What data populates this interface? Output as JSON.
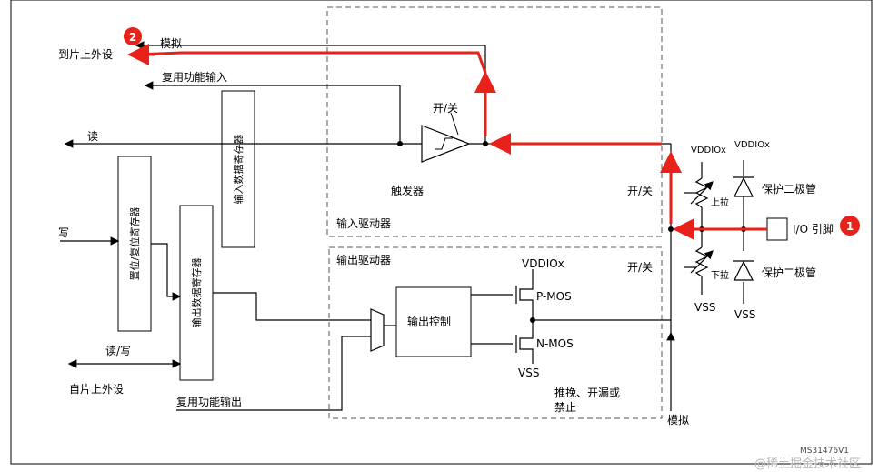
{
  "labels": {
    "to_onchip_peripheral": "到片上外设",
    "analog_top": "模拟",
    "alt_func_input": "复用功能输入",
    "read": "读",
    "input_data_register": "输入数据寄存器",
    "on_off_trigger": "开/关",
    "trigger": "触发器",
    "input_driver": "输入驱动器",
    "write": "写",
    "set_reset_register": "置位/复位寄存器",
    "output_data_register": "输出数据寄存器",
    "output_driver": "输出驱动器",
    "output_control": "输出控制",
    "pmos": "P-MOS",
    "nmos": "N-MOS",
    "vddiox_main": "VDDIOx",
    "vss_main": "VSS",
    "on_off_input": "开/关",
    "on_off_output": "开/关",
    "read_write": "读/写",
    "from_onchip_peripheral": "自片上外设",
    "alt_func_output": "复用功能输出",
    "mode_text_line1": "推挽、开漏或",
    "mode_text_line2": "禁止",
    "analog_bottom": "模拟",
    "vddiox_pullup": "VDDIOx",
    "vddiox_diode": "VDDIOx",
    "pull_up": "上拉",
    "pull_down": "下拉",
    "protection_diode_top": "保护二极管",
    "protection_diode_bottom": "保护二极管",
    "io_pin": "I/O 引脚",
    "vss_pulldown": "VSS",
    "vss_diode": "VSS",
    "figure_ref": "MS31476V1",
    "watermark": "@稀土掘金技术社区"
  },
  "badges": {
    "first": "1",
    "second": "2"
  },
  "colors": {
    "annotation_red": "#e8211a",
    "line": "#000000",
    "dashed": "#555555"
  }
}
